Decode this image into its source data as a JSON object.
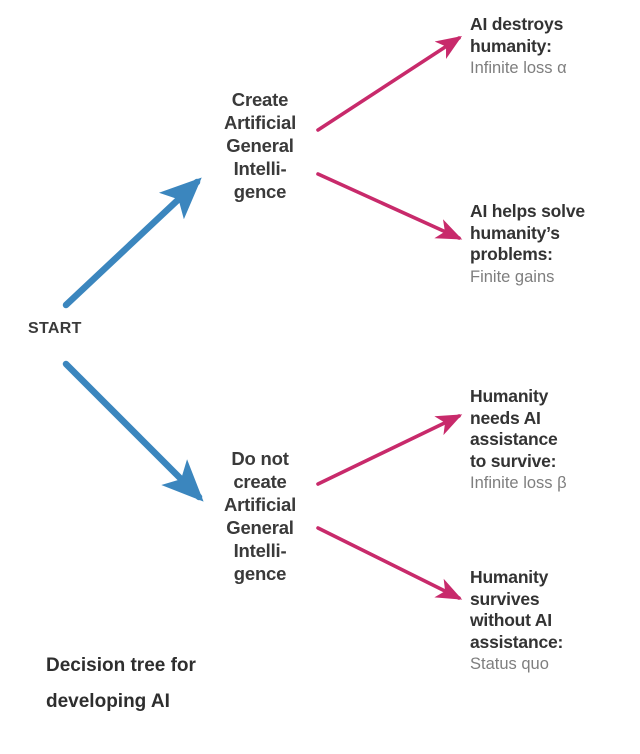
{
  "diagram": {
    "caption_lines": [
      "Decision tree for",
      "developing AI"
    ],
    "colors": {
      "decision_arrow": "#3b86be",
      "outcome_arrow": "#c82a6b",
      "headline_text": "#333333",
      "subtext": "#7e7e7e",
      "background": "#ffffff"
    },
    "root": {
      "label": "START"
    },
    "decisions": [
      {
        "id": "create-agi",
        "lines": [
          "Create",
          "Artificial",
          "General",
          "Intelli-",
          "gence"
        ]
      },
      {
        "id": "do-not-create-agi",
        "lines": [
          "Do not",
          "create",
          "Artificial",
          "General",
          "Intelli-",
          "gence"
        ]
      }
    ],
    "outcomes": [
      {
        "id": "ai-destroys-humanity",
        "headline_lines": [
          "AI destroys",
          "humanity:"
        ],
        "subtext": "Infinite loss α"
      },
      {
        "id": "ai-helps-solve-problems",
        "headline_lines": [
          "AI helps solve",
          "humanity’s",
          "problems:"
        ],
        "subtext": "Finite gains"
      },
      {
        "id": "humanity-needs-ai",
        "headline_lines": [
          "Humanity",
          "needs AI",
          "assistance",
          "to survive:"
        ],
        "subtext": "Infinite loss β"
      },
      {
        "id": "humanity-survives-without-ai",
        "headline_lines": [
          "Humanity",
          "survives",
          "without AI",
          "assistance:"
        ],
        "subtext": "Status quo"
      }
    ]
  }
}
